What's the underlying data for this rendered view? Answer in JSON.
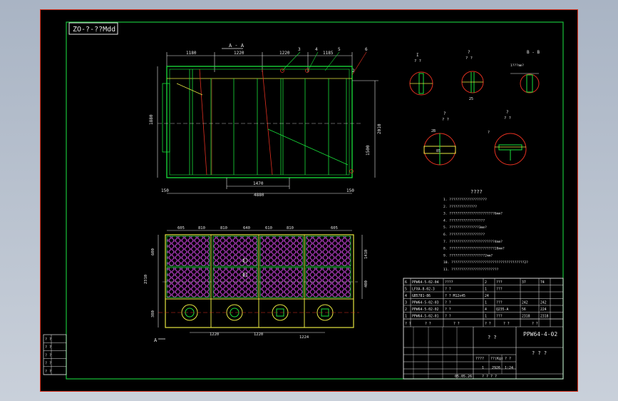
{
  "code_stamp": "ZO-?-??Mdd",
  "section_label": "A - A",
  "top_dims": [
    "1180",
    "1220",
    "1220",
    "1185"
  ],
  "leaders": [
    "3",
    "4",
    "5",
    "6",
    "2"
  ],
  "left_dim": "1880",
  "right_dims": [
    "2010",
    "1500"
  ],
  "bottom_dims": [
    "1470",
    "4880",
    "150",
    "150"
  ],
  "plan_top_dims": [
    "605",
    "810",
    "810",
    "640",
    "610",
    "810",
    "605"
  ],
  "plan_left_dims": [
    "600",
    "2310",
    "380"
  ],
  "plan_right_dims": [
    "1410",
    "400"
  ],
  "plan_bottom_dims": [
    "1220",
    "1220",
    "1224"
  ],
  "plan_section_mark": "A",
  "plan_labels": [
    "3",
    "4"
  ],
  "details": [
    {
      "tag": "I",
      "sub": "? ?"
    },
    {
      "tag": "?",
      "sub": "? ?"
    },
    {
      "tag": "B - B",
      "sub": "1???mm?"
    },
    {
      "tag": "?",
      "sub": "? ?"
    },
    {
      "tag": "?",
      "sub": "? ?"
    }
  ],
  "detail_marks": [
    "25",
    "2B",
    "85",
    "?"
  ],
  "notes_title": "????",
  "notes": [
    "1. ???????????????????",
    "2. ??????????????",
    "3. ???????????????????????6mm?",
    "4. ??????????????????",
    "5. ???????????????3mm?",
    "6. ??????????????????",
    "7. ???????????????????????4mm?",
    "8. ???????????????????????28mm?",
    "9. ??????????????????2mm?",
    "10. ?????????????????????????????????????2?",
    "11. ????????????????????????"
  ],
  "bom": [
    {
      "no": "6",
      "code": "PPW64-5-02-04",
      "name": "????",
      "qty": "2",
      "mat": "???",
      "w1": "37",
      "w2": "74"
    },
    {
      "no": "5",
      "code": "LFXA-8-02-3",
      "name": "? ?",
      "qty": "1",
      "mat": "???",
      "w1": "",
      "w2": ""
    },
    {
      "no": "4",
      "code": "GB5781-86",
      "name": "? ? M12x45",
      "qty": "24",
      "mat": "",
      "w1": "",
      "w2": ""
    },
    {
      "no": "3",
      "code": "PPW64-5-02-03",
      "name": "? ?",
      "qty": "1",
      "mat": "???",
      "w1": "242",
      "w2": "242"
    },
    {
      "no": "2",
      "code": "PPW64-5-02-02",
      "name": "? ?",
      "qty": "4",
      "mat": "Q235-A",
      "w1": "56",
      "w2": "224"
    },
    {
      "no": "1",
      "code": "PPW64-5-02-01",
      "name": "? ?",
      "qty": "1",
      "mat": "???",
      "w1": "2318",
      "w2": "2318"
    }
  ],
  "bom_header": [
    "? ?",
    "? ?",
    "? ?",
    "? ?",
    "? ?",
    "? ?"
  ],
  "title_block": {
    "drawing_no": "PPW64-4-02",
    "name": "? ?",
    "company": "? ? ?",
    "scale_label": "????",
    "weight_label": "??(Kg)",
    "ratio_label": "? ?",
    "sheet": "1",
    "weight": "2926",
    "ratio": "1:24",
    "date": "05.05.26",
    "sheets_row": "? ?  ? ?"
  },
  "revision_rows": [
    "? ?",
    "? ?",
    "? ?",
    "? ?",
    "? ?"
  ]
}
